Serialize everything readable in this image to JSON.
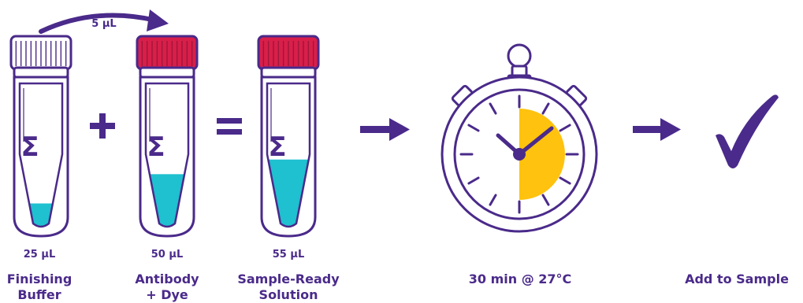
{
  "transfer_volume": "5 µL",
  "tubes": [
    {
      "id": "finishing-buffer",
      "volume": "25 µL",
      "name_lines": [
        "Finishing",
        "Buffer"
      ],
      "cap_color": "#ffffff",
      "liquid_level": 0.18
    },
    {
      "id": "antibody-dye",
      "volume": "50 µL",
      "name_lines": [
        "Antibody",
        "+ Dye"
      ],
      "cap_color": "#d81f4a",
      "liquid_level": 0.38
    },
    {
      "id": "sample-ready",
      "volume": "55 µL",
      "name_lines": [
        "Sample-Ready",
        "Solution"
      ],
      "cap_color": "#d81f4a",
      "liquid_level": 0.48
    }
  ],
  "operators": {
    "plus": "+",
    "equals": "="
  },
  "timer": {
    "label": "30 min @ 27°C",
    "elapsed_fraction": 0.5
  },
  "final_step": {
    "label": "Add to Sample"
  },
  "colors": {
    "outline": "#4a2a8a",
    "liquid": "#1fc0cf",
    "cap_red": "#d81f4a",
    "timer_fill": "#ffc20e",
    "text": "#4a2a8a"
  }
}
